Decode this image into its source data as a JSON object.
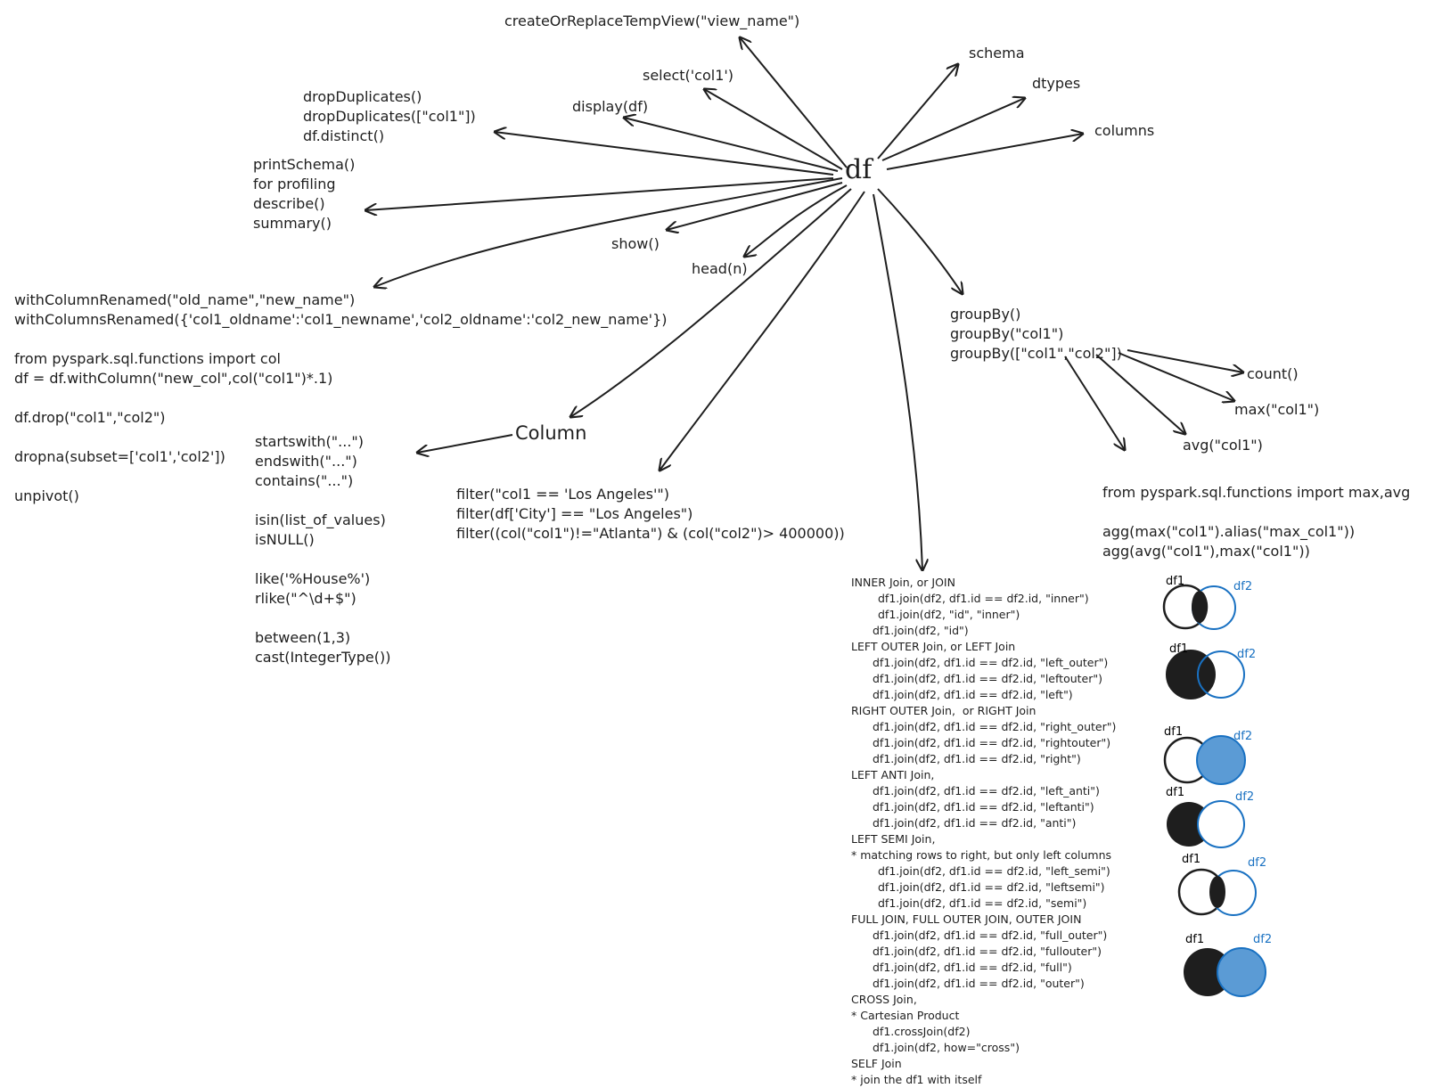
{
  "center": {
    "label": "df"
  },
  "column_node": {
    "label": "Column"
  },
  "top": {
    "temp_view": "createOrReplaceTempView(\"view_name\")",
    "select": "select('col1')",
    "display": "display(df)",
    "schema": "schema",
    "dtypes": "dtypes",
    "columns": "columns",
    "show": "show()",
    "head": "head(n)"
  },
  "dedup": [
    "dropDuplicates()",
    "dropDuplicates([\"col1\"])",
    "df.distinct()"
  ],
  "profiling": [
    "printSchema()",
    "for profiling",
    "describe()",
    "summary()"
  ],
  "transforms": [
    "withColumnRenamed(\"old_name\",\"new_name\")",
    "withColumnsRenamed({'col1_oldname':'col1_newname','col2_oldname':'col2_new_name'})",
    "",
    "from pyspark.sql.functions import col",
    "df = df.withColumn(\"new_col\",col(\"col1\")*.1)",
    "",
    "df.drop(\"col1\",\"col2\")",
    "",
    "dropna(subset=['col1','col2'])",
    "",
    "unpivot()"
  ],
  "column_methods": [
    "startswith(\"...\")",
    "endswith(\"...\")",
    "contains(\"...\")",
    "",
    "isin(list_of_values)",
    "isNULL()",
    "",
    "like('%House%')",
    "rlike(\"^\\d+$\")",
    "",
    "between(1,3)",
    "cast(IntegerType())"
  ],
  "filters": [
    "filter(\"col1 == 'Los Angeles'\")",
    "filter(df['City'] == \"Los Angeles\")",
    "filter((col(\"col1\")!=\"Atlanta\") & (col(\"col2\")> 400000))"
  ],
  "groupby": [
    "groupBy()",
    "groupBy(\"col1\")",
    "groupBy([\"col1\",\"col2\"])"
  ],
  "aggs": {
    "count": "count()",
    "max": "max(\"col1\")",
    "avg": "avg(\"col1\")"
  },
  "agg_import": [
    "from pyspark.sql.functions import max,avg",
    "",
    "agg(max(\"col1\").alias(\"max_col1\"))",
    "agg(avg(\"col1\"),max(\"col1\"))"
  ],
  "joins": [
    {
      "text": "INNER Join, or JOIN",
      "indent": 0
    },
    {
      "text": "df1.join(df2, df1.id == df2.id, \"inner\")",
      "indent": 2
    },
    {
      "text": "df1.join(df2, \"id\", \"inner\")",
      "indent": 2
    },
    {
      "text": "df1.join(df2, \"id\")",
      "indent": 1
    },
    {
      "text": "LEFT OUTER Join, or LEFT Join",
      "indent": 0
    },
    {
      "text": "df1.join(df2, df1.id == df2.id, \"left_outer\")",
      "indent": 1
    },
    {
      "text": "df1.join(df2, df1.id == df2.id, \"leftouter\")",
      "indent": 1
    },
    {
      "text": "df1.join(df2, df1.id == df2.id, \"left\")",
      "indent": 1
    },
    {
      "text": "RIGHT OUTER Join,  or RIGHT Join",
      "indent": 0
    },
    {
      "text": "df1.join(df2, df1.id == df2.id, \"right_outer\")",
      "indent": 1
    },
    {
      "text": "df1.join(df2, df1.id == df2.id, \"rightouter\")",
      "indent": 1
    },
    {
      "text": "df1.join(df2, df1.id == df2.id, \"right\")",
      "indent": 1
    },
    {
      "text": "LEFT ANTI Join,",
      "indent": 0
    },
    {
      "text": "df1.join(df2, df1.id == df2.id, \"left_anti\")",
      "indent": 1
    },
    {
      "text": "df1.join(df2, df1.id == df2.id, \"leftanti\")",
      "indent": 1
    },
    {
      "text": "df1.join(df2, df1.id == df2.id, \"anti\")",
      "indent": 1
    },
    {
      "text": "LEFT SEMI Join,",
      "indent": 0
    },
    {
      "text": "* matching rows to right, but only left columns",
      "indent": 0
    },
    {
      "text": "df1.join(df2, df1.id == df2.id, \"left_semi\")",
      "indent": 2
    },
    {
      "text": "df1.join(df2, df1.id == df2.id, \"leftsemi\")",
      "indent": 2
    },
    {
      "text": "df1.join(df2, df1.id == df2.id, \"semi\")",
      "indent": 2
    },
    {
      "text": "FULL JOIN, FULL OUTER JOIN, OUTER JOIN",
      "indent": 0
    },
    {
      "text": "df1.join(df2, df1.id == df2.id, \"full_outer\")",
      "indent": 1
    },
    {
      "text": "df1.join(df2, df1.id == df2.id, \"fullouter\")",
      "indent": 1
    },
    {
      "text": "df1.join(df2, df1.id == df2.id, \"full\")",
      "indent": 1
    },
    {
      "text": "df1.join(df2, df1.id == df2.id, \"outer\")",
      "indent": 1
    },
    {
      "text": "CROSS Join,",
      "indent": 0
    },
    {
      "text": "* Cartesian Product",
      "indent": 0
    },
    {
      "text": "df1.crossJoin(df2)",
      "indent": 1
    },
    {
      "text": "df1.join(df2, how=\"cross\")",
      "indent": 1
    },
    {
      "text": "SELF Join",
      "indent": 0
    },
    {
      "text": "* join the df1 with itself",
      "indent": 0
    }
  ],
  "venn": {
    "left_label": "df1",
    "right_label": "df2",
    "dark_color": "#1e1e1e",
    "blue_color": "#1971c2",
    "blue_fill": "#5b9bd5",
    "diagrams": [
      "inner",
      "left",
      "right",
      "anti",
      "semi",
      "full"
    ]
  }
}
